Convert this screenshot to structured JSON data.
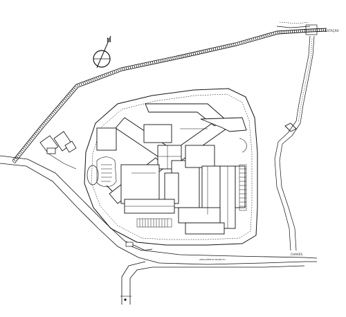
{
  "plan": {
    "north_marker": "N",
    "labels": {
      "top_right": "ESTAÇÃO",
      "bottom_center": "ARRUAMENTO PROJECTO",
      "bottom_right": "CHAVES"
    },
    "colors": {
      "ink": "#111111",
      "paper": "#ffffff"
    }
  }
}
